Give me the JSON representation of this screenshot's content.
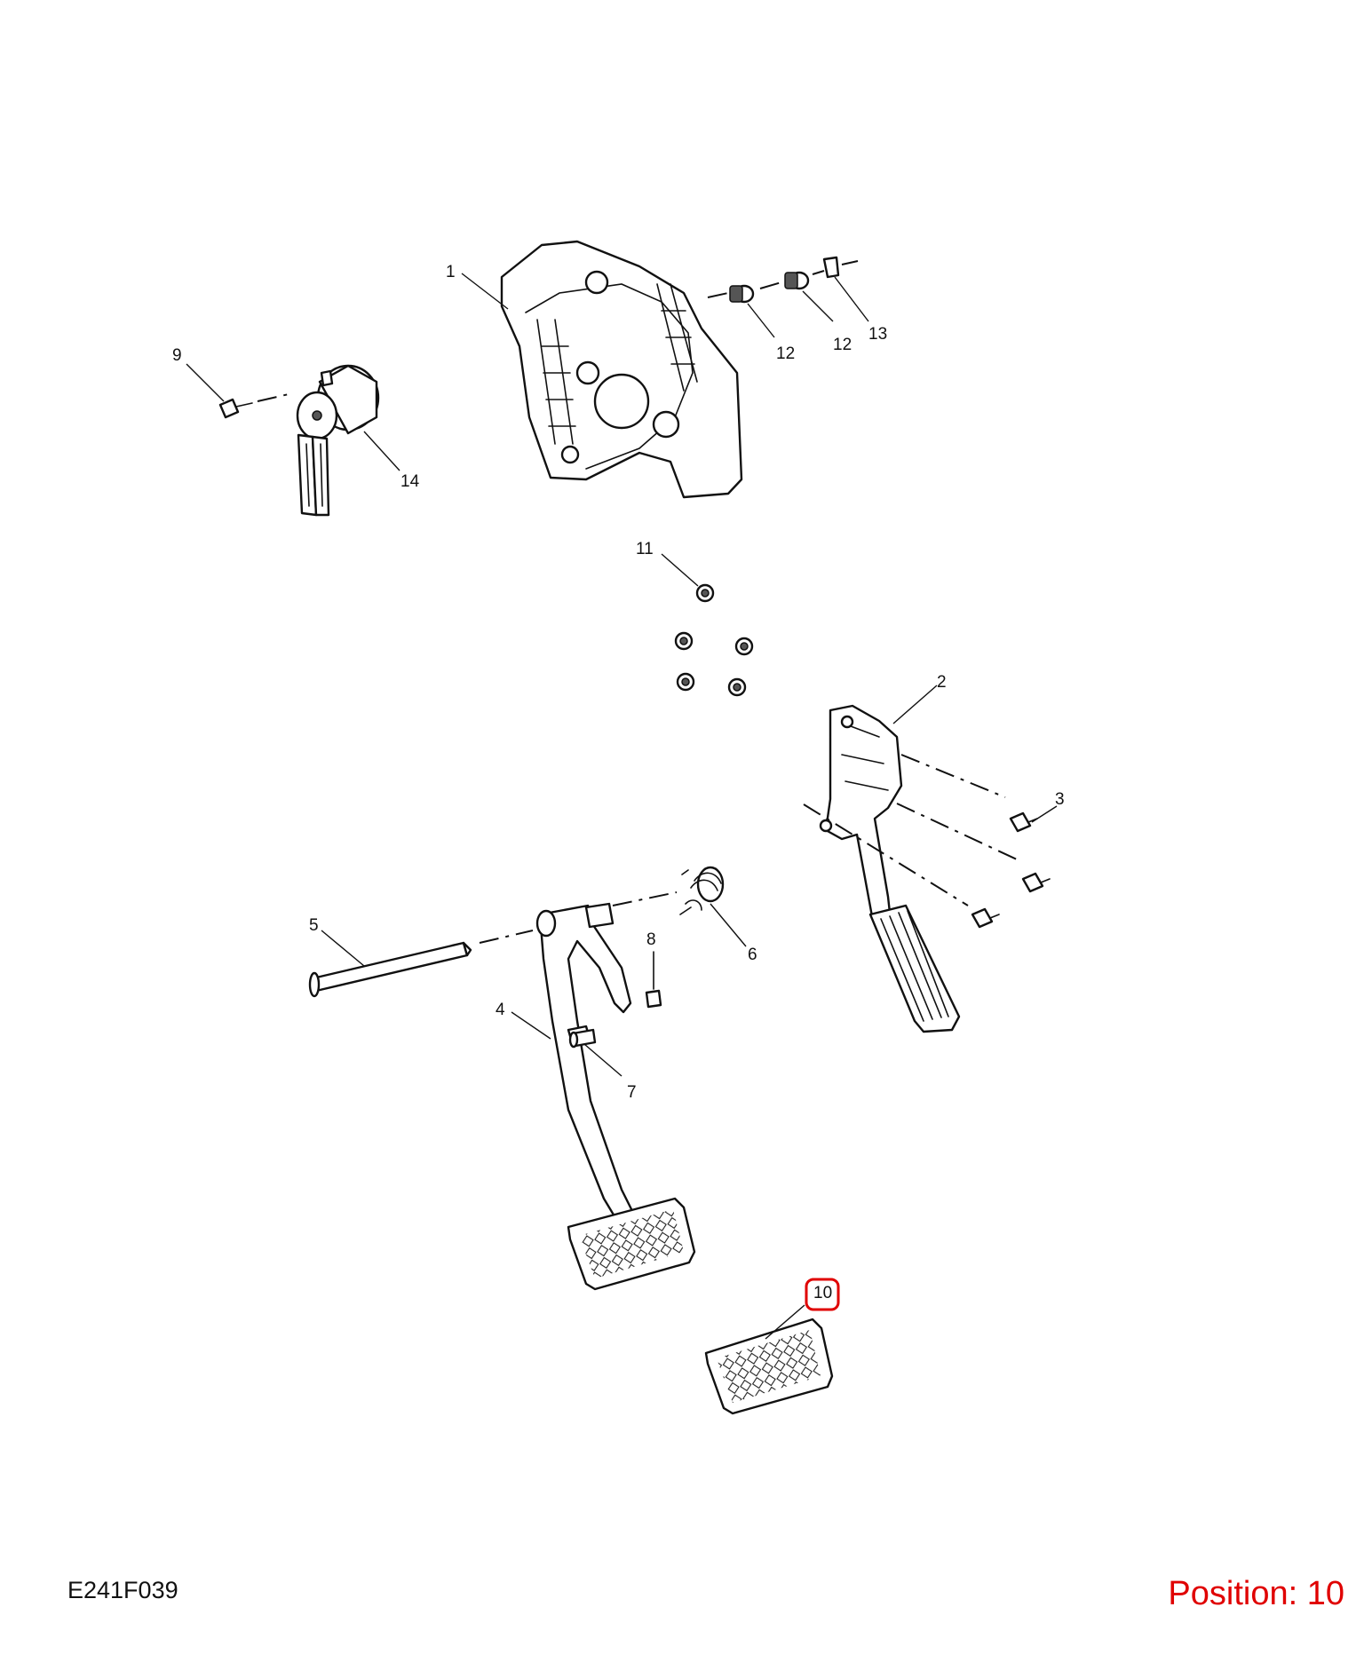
{
  "diagram": {
    "code": "E241F039",
    "position_text": "Position: 10",
    "highlight_color": "#e00000",
    "callouts": {
      "c1": "1",
      "c2": "2",
      "c3": "3",
      "c4": "4",
      "c5": "5",
      "c6": "6",
      "c7": "7",
      "c8": "8",
      "c9": "9",
      "c10": "10",
      "c11": "11",
      "c12a": "12",
      "c12b": "12",
      "c13": "13",
      "c14": "14"
    }
  }
}
